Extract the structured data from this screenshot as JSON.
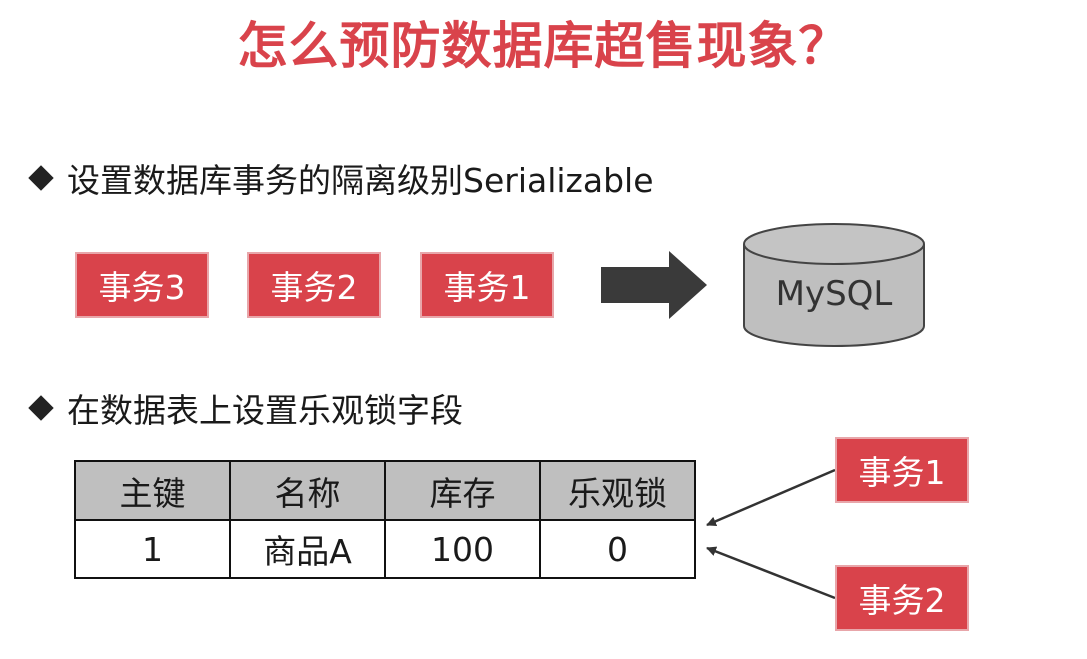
{
  "title": "怎么预防数据库超售现象？",
  "bullets": [
    "设置数据库事务的隔离级别Serializable",
    "在数据表上设置乐观锁字段"
  ],
  "transactions_top": [
    "事务3",
    "事务2",
    "事务1"
  ],
  "database_label": "MySQL",
  "table": {
    "headers": [
      "主键",
      "名称",
      "库存",
      "乐观锁"
    ],
    "row": [
      "1",
      "商品A",
      "100",
      "0"
    ]
  },
  "transactions_right": [
    "事务1",
    "事务2"
  ],
  "colors": {
    "title": "#d9434b",
    "transaction_box": "#d9434b",
    "table_header": "#bfbfbf",
    "database": "#bfbfbf",
    "arrow": "#333333"
  }
}
